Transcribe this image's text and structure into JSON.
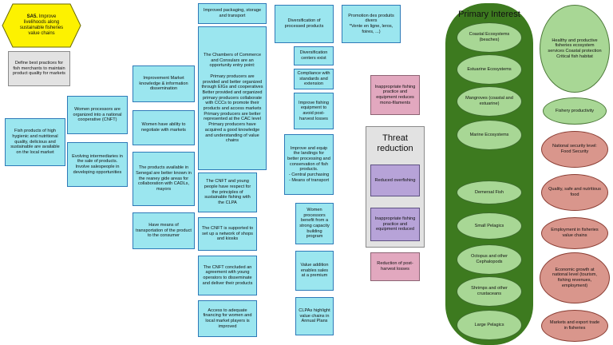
{
  "colors": {
    "cyan": "#9be6ef",
    "pink": "#e2a8bf",
    "purple": "#b7a3d8",
    "green_panel": "#3d7a1f",
    "green_oval": "#a8d795",
    "red_oval": "#d9968c",
    "yellow": "#fdf200"
  },
  "strategy": {
    "code": "SA5.",
    "text": " Improve livelihoods along sustainable fisheries value chains"
  },
  "col1": {
    "best_practices": "Define best practices for fish merchants to maintain product quality for markets",
    "fish_products": "Fish products of high hygienic and nutritional quality, delicious and sustainable are available on the local market"
  },
  "col2": {
    "women_processors": "Women processors are organized into a national cooperative (CNFT)",
    "evolving": "Evolving intermediaries in the sale of products. Involve salespeople in developing opportunities"
  },
  "col3": {
    "improvement": "Improvement Market knowledge & information dissemination",
    "women_ability": "Women have ability to negotiate with markets",
    "products_senegal": "The products available in Senegal are better known in the reaney gide areas for collaboration with CADLs, mayors",
    "transport": "Have means of transportation of the product to the consumer"
  },
  "col4": {
    "packaging": "Improved packaging, storage and transport",
    "chambers": "The Chambers of Commerce and Consulars are an opportunity entry point:\n\nPrimary producers are provided and better organized through EIGs and cooperatives\nBetter provided and organized primary producers collaborate with CCCs to promote their products and access markets\nPrimary producers are better represented at the CAC level\nPrimary producers have acquired a good knowledge and understanding of value chains",
    "cnft_young": "The CNFT and young people have respect for the principles of sustainable fishing with the CLPA",
    "cnft_network": "The CNFT is supported to set up a network of shops and kiosks",
    "cnft_agreement": "The CNFT concluded an agreement with young operators to disseminate and deliver their products",
    "financing": "Access to adequate financing for women and local market players is improved"
  },
  "col5": {
    "diversification": "Diversification of processed products",
    "div_centers": "Diversification centers exist",
    "compliance": "Compliance with standards and extension",
    "equipment": "Improve fishing equipment to avoid post-harvest losses",
    "landings": "Improve and equip the landings for better processing and conservation of fish products.\n- Central purchasing\n- Means of transport",
    "women_capacity": "Women processors benefit from a strong capacity building program",
    "value_addition": "Value addition enables sales at a premium",
    "clpas": "CLPAs highlight value chains in Annual Plans"
  },
  "col6": {
    "promotion": "Promotion des produits divers\n*Vente en ligne, leros, foires, ...)",
    "inappropriate_1": "Inappropriate fishing practice and equipment reduces mono-filaments",
    "threat_title": "Threat reduction",
    "reduced_overfishing": "Reduced overfishing",
    "inappropriate_2": "Inappropriate fishing practice and equipment reduced",
    "postharvest": "Reduction of post-harvest losses"
  },
  "primary_interest": {
    "title": "Primary Interest",
    "items": [
      "Coastal Ecosystems (beaches)",
      "Estuarine Ecosystems",
      "Mangroves (coastal and estuarine)",
      "Marine Ecosystems",
      "Demersal Fish",
      "Small Pelagics",
      "Octopus and other Cephalopods",
      "Shrimps and other crustaceans",
      "Large Pelagics"
    ]
  },
  "goals": [
    "Healthy and productive fisheries ecosystem services Coastal protection Critical fish habitat",
    "Fishery productivity",
    "National security level: Food Security",
    "Quality, safe and nutritious food",
    "Employment in fisheries value chains",
    "Economic growth at national level (tourism, fishing revenues, employment)",
    "Markets and export trade in fisheries"
  ]
}
